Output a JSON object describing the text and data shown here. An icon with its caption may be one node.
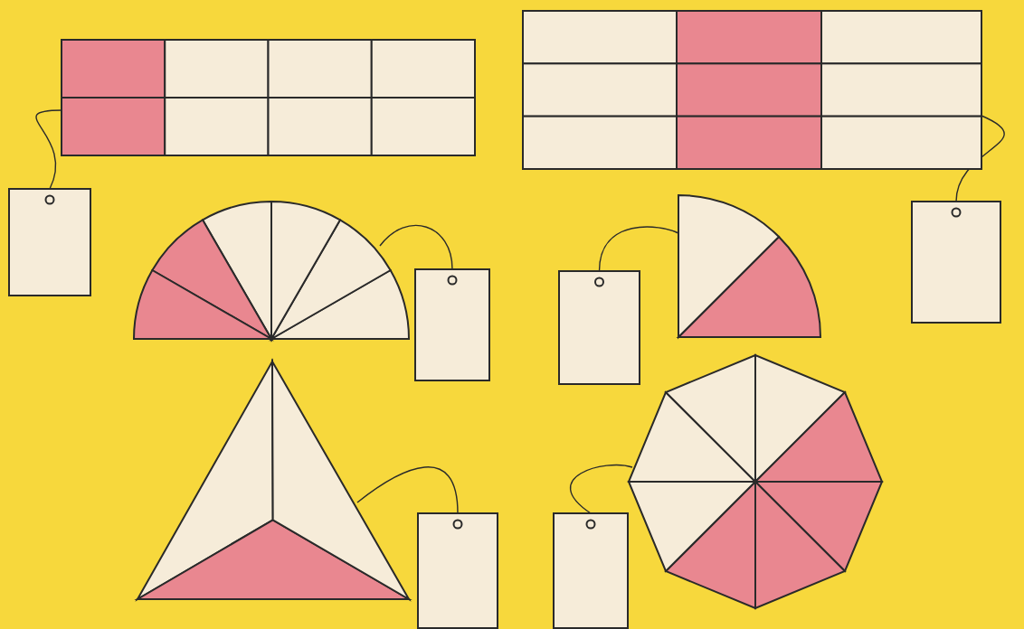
{
  "diagram": {
    "nodes": [
      {
        "text": [],
        "shape": "box"
      },
      {
        "text": [],
        "shape": "box"
      },
      {
        "text": [],
        "shape": "box"
      },
      {
        "text": [],
        "shape": "semicircle"
      },
      {
        "text": [],
        "shape": "box"
      },
      {
        "text": [],
        "shape": "box"
      },
      {
        "text": [],
        "shape": "sector"
      },
      {
        "text": [],
        "shape": "box"
      },
      {
        "text": [],
        "shape": "triangle"
      },
      {
        "text": [],
        "shape": "box"
      },
      {
        "text": [],
        "shape": "box"
      },
      {
        "text": [],
        "shape": "octagon"
      }
    ],
    "edges": [
      {
        "from": 0,
        "to": 2,
        "arrow": "none"
      },
      {
        "from": 3,
        "to": 4,
        "arrow": "none"
      },
      {
        "from": 5,
        "to": 6,
        "arrow": "none"
      },
      {
        "from": 1,
        "to": 7,
        "arrow": "none"
      },
      {
        "from": 8,
        "to": 9,
        "arrow": "none"
      },
      {
        "from": 10,
        "to": 11,
        "arrow": "none"
      }
    ]
  }
}
